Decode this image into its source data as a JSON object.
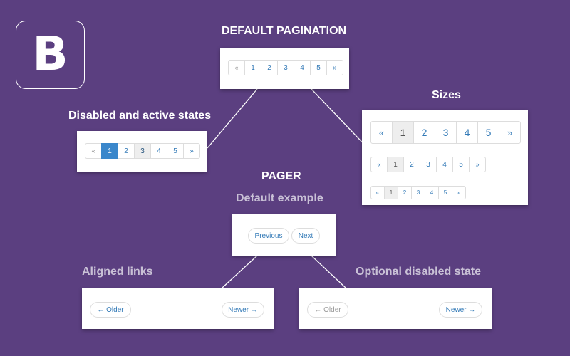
{
  "logo": {
    "letter": "B"
  },
  "headings": {
    "default_pagination": "DEFAULT PAGINATION",
    "disabled_active": "Disabled and active states",
    "sizes": "Sizes",
    "pager": "PAGER",
    "default_example": "Default example",
    "aligned_links": "Aligned links",
    "optional_disabled": "Optional disabled state"
  },
  "pagination": {
    "prev": "«",
    "next": "»",
    "pages": [
      "1",
      "2",
      "3",
      "4",
      "5"
    ]
  },
  "pager": {
    "previous": "Previous",
    "next": "Next",
    "older": "← Older",
    "newer": "Newer →"
  },
  "colors": {
    "background": "#5b3f80",
    "link": "#337ab7",
    "active": "#3a87cb",
    "muted": "#999999"
  }
}
